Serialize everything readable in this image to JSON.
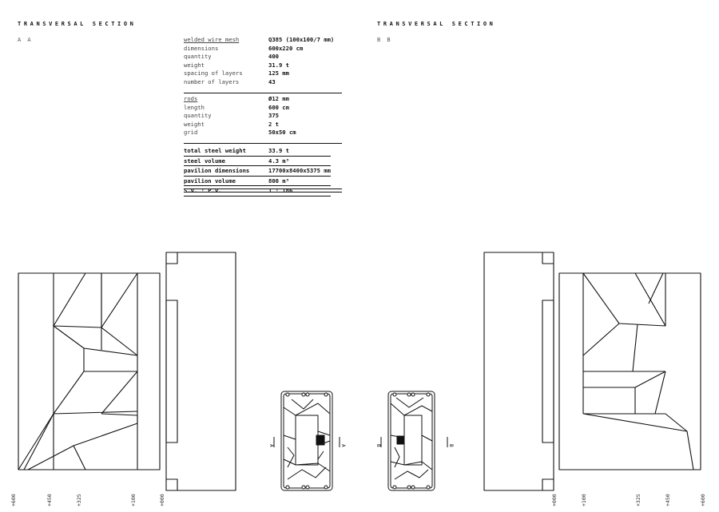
{
  "headings": {
    "left_title": "TRANSVERSAL SECTION",
    "left_label": "A A",
    "right_title": "TRANSVERSAL SECTION",
    "right_label": "B B"
  },
  "mesh_table": [
    {
      "key": "welded wire mesh",
      "value": "Q385 (100x100/7 mm)"
    },
    {
      "key": "dimensions",
      "value": "600x220 cm"
    },
    {
      "key": "quantity",
      "value": "400"
    },
    {
      "key": "weight",
      "value": "31.9 t"
    },
    {
      "key": "spacing of layers",
      "value": "125 mm"
    },
    {
      "key": "number of layers",
      "value": "43"
    }
  ],
  "rods_table": [
    {
      "key": "rods",
      "value": "Ø12 mm"
    },
    {
      "key": "length",
      "value": "600 cm"
    },
    {
      "key": "quantity",
      "value": "375"
    },
    {
      "key": "weight",
      "value": "2 t"
    },
    {
      "key": "grid",
      "value": "50x50 cm"
    }
  ],
  "totals_table": [
    {
      "key": "total steel weight",
      "value": "33.9 t"
    },
    {
      "key": "steel volume",
      "value": "4.3 m³"
    },
    {
      "key": "pavilion dimensions",
      "value": "17700x8400x5375 mm"
    },
    {
      "key": "pavilion volume",
      "value": "800 m³"
    },
    {
      "key": "S.v. : P.v.",
      "value": "1 : 186"
    }
  ],
  "plan_markers": {
    "a_left": "A",
    "a_right": "A",
    "b_left": "B",
    "b_right": "B"
  },
  "left_ticks": [
    "+600",
    "+450",
    "+325",
    "+100",
    "+000"
  ],
  "right_ticks": [
    "+000",
    "+100",
    "+325",
    "+450",
    "+600"
  ]
}
